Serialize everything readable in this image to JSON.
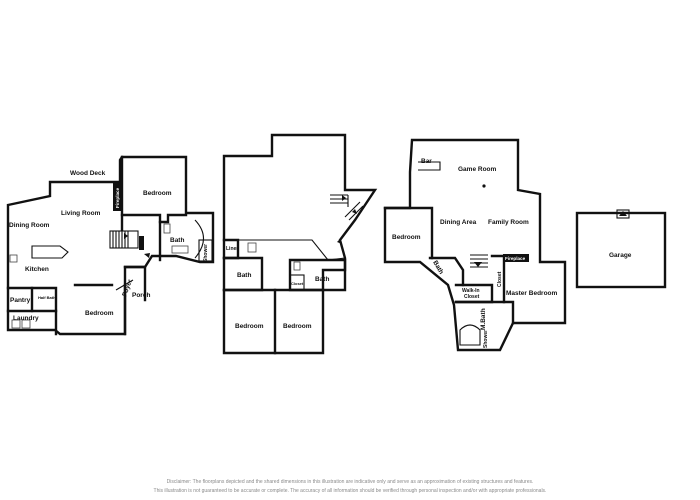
{
  "floor_1": {
    "wood_deck": "Wood Deck",
    "bedroom_top": "Bedroom",
    "fireplace": "Fireplace",
    "living_room": "Living Room",
    "dining_room": "Dining Room",
    "bath": "Bath",
    "shower": "Shower",
    "kitchen": "Kitchen",
    "foyer": "Foyer",
    "porch": "Porch",
    "pantry": "Pantry",
    "half_bath": "Half Bath",
    "laundry": "Laundry",
    "bedroom_bottom": "Bedroom"
  },
  "floor_2": {
    "linen": "Linen",
    "bath_left": "Bath",
    "bath_right": "Bath",
    "closet": "Closet",
    "bedroom_left": "Bedroom",
    "bedroom_right": "Bedroom"
  },
  "floor_3": {
    "bar": "Bar",
    "game_room": "Game Room",
    "bedroom": "Bedroom",
    "dining_area": "Dining Area",
    "family_room": "Family Room",
    "bath": "Bath",
    "fireplace": "Fireplace",
    "walk_in_closet": "Walk-In Closet",
    "closet": "Closet",
    "master_bedroom": "Master Bedroom",
    "m_bath": "M.Bath",
    "shower": "Shower"
  },
  "garage": {
    "label": "Garage"
  },
  "disclaimer": {
    "line1": "Disclaimer: The floorplans depicted and the shared dimensions in this illustration are indicative only and serve as an approximation of existing structures and features.",
    "line2": "This illustration is not guaranteed to be accurate or complete. The accuracy of all information should be verified through personal inspection and/or with appropriate professionals."
  }
}
